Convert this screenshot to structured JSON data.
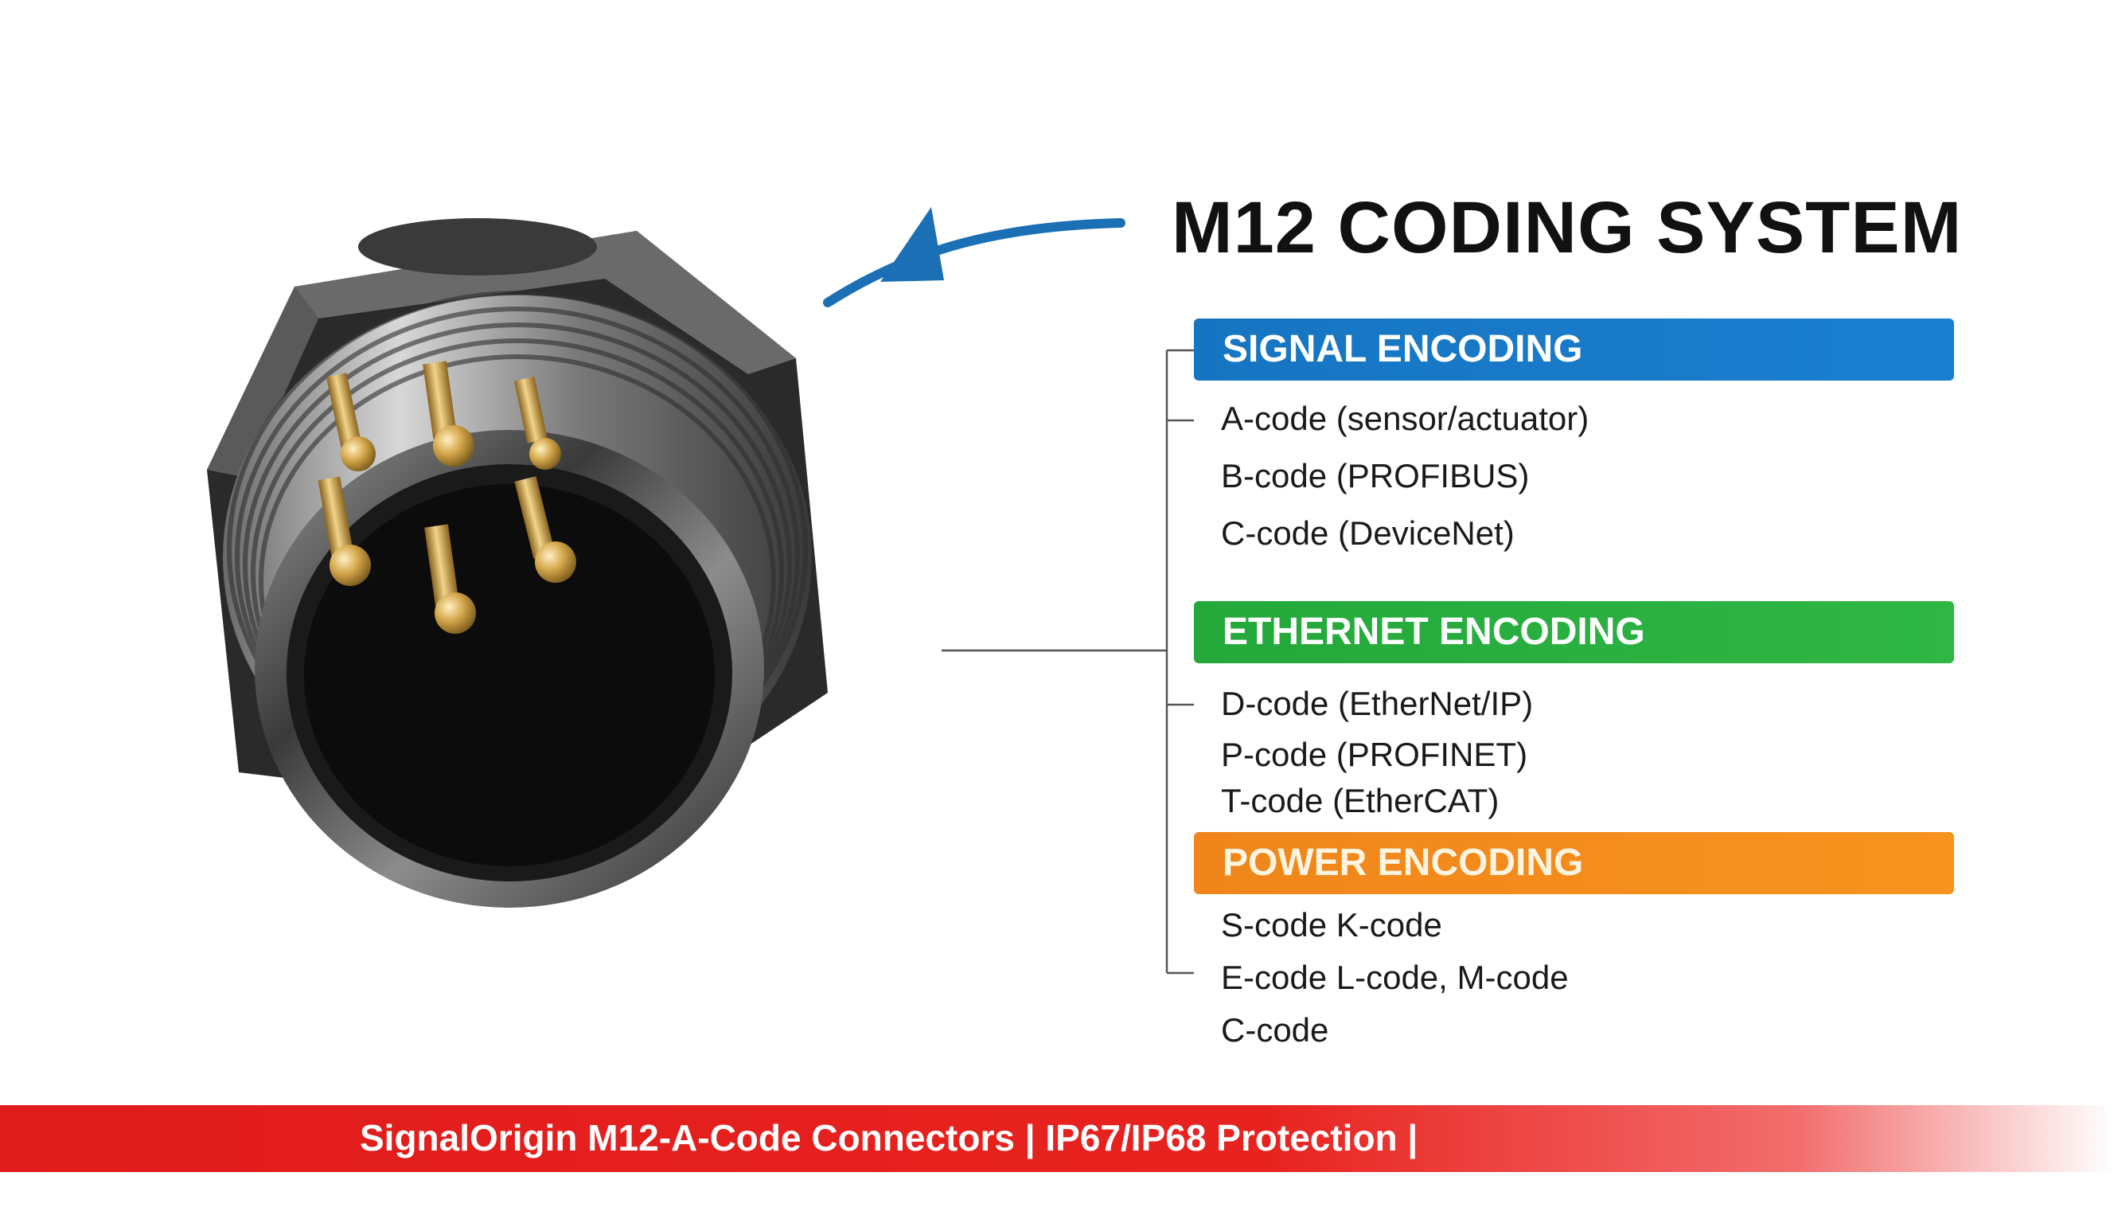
{
  "title": "M12 CODING SYSTEM",
  "sections": [
    {
      "label": "SIGNAL ENCODING",
      "color": "#1a7fd0",
      "items": [
        "A-code (sensor/actuator)",
        "B-code (PROFIBUS)",
        "C-code (DeviceNet)"
      ]
    },
    {
      "label": "ETHERNET ENCODING",
      "color": "#2fb744",
      "items": [
        "D-code (EtherNet/IP)",
        "P-code (PROFINET)",
        "T-code (EtherCAT)"
      ]
    },
    {
      "label": "POWER ENCODING",
      "color": "#f7931e",
      "items": [
        "S-code K-code",
        "E-code L-code,  M-code",
        "C-code"
      ]
    }
  ],
  "footer": "SignalOrigin M12-A-Code Connectors | IP67/IP68 Protection |",
  "colors": {
    "arrow": "#1a6fb5",
    "footer_band": "#e01b1b",
    "pin_gold": "#d4a64a"
  },
  "icons": [
    "m12-connector-image",
    "curved-arrow-icon"
  ]
}
